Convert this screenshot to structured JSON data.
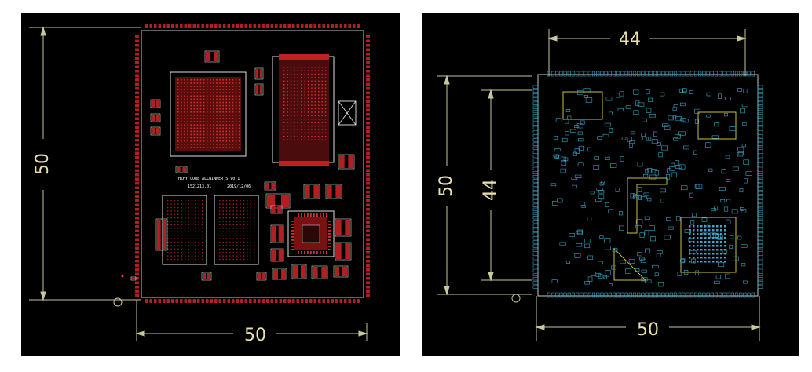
{
  "left_view": {
    "dim_width": "50",
    "dim_height": "50",
    "board_title": "HZHY_CORE_ALLWINNER_S_V0.1",
    "board_date": "2019/12/06",
    "board_code": "1521213.01",
    "colors": {
      "pad": "#b02020",
      "outline": "#c8c8c8",
      "dim_line": "#c8c89a",
      "background": "#000000"
    }
  },
  "right_view": {
    "dim_top": "44",
    "dim_left_outer": "50",
    "dim_left_inner": "44",
    "dim_bottom": "50",
    "colors": {
      "pad": "#3aa6c8",
      "trace": "#c8c040",
      "outline": "#c8c8c8",
      "background": "#000000"
    }
  }
}
